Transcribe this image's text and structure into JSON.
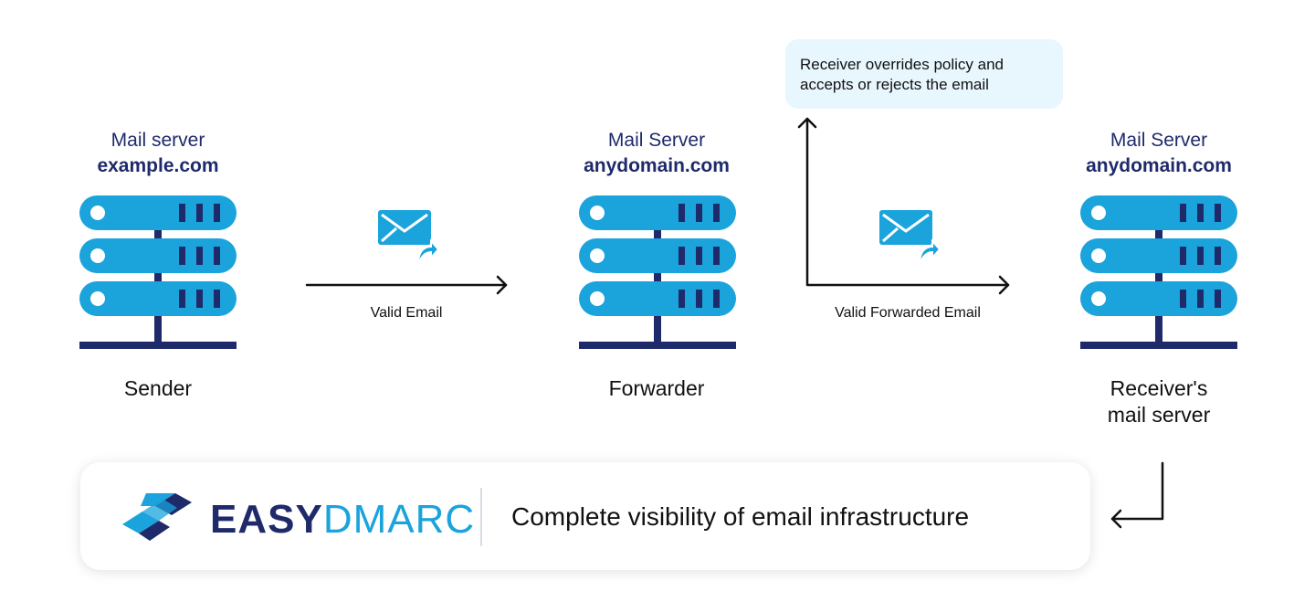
{
  "colors": {
    "server_body": "#1ba3dc",
    "server_accent": "#1f2a6b",
    "heading": "#1f2a6b",
    "note_bg": "#e8f6fd",
    "brand_dark": "#1f2a6b",
    "brand_light": "#1aa3dc"
  },
  "nodes": [
    {
      "kind": "Mail server",
      "domain": "example.com",
      "role": "Sender",
      "icon": "server-rack-icon"
    },
    {
      "kind": "Mail Server",
      "domain": "anydomain.com",
      "role": "Forwarder",
      "icon": "server-rack-icon"
    },
    {
      "kind": "Mail Server",
      "domain": "anydomain.com",
      "role_line1": "Receiver's",
      "role_line2": "mail server",
      "icon": "server-rack-icon"
    }
  ],
  "edges": [
    {
      "label": "Valid Email",
      "icon": "email-forward-icon"
    },
    {
      "label": "Valid Forwarded Email",
      "icon": "email-forward-icon"
    }
  ],
  "note": {
    "text": "Receiver overrides policy and accepts or rejects the email"
  },
  "banner": {
    "brand_part1": "EASY",
    "brand_part2": "DMARC",
    "tagline": "Complete visibility of email infrastructure",
    "logo_icon": "easydmarc-logo-icon"
  }
}
